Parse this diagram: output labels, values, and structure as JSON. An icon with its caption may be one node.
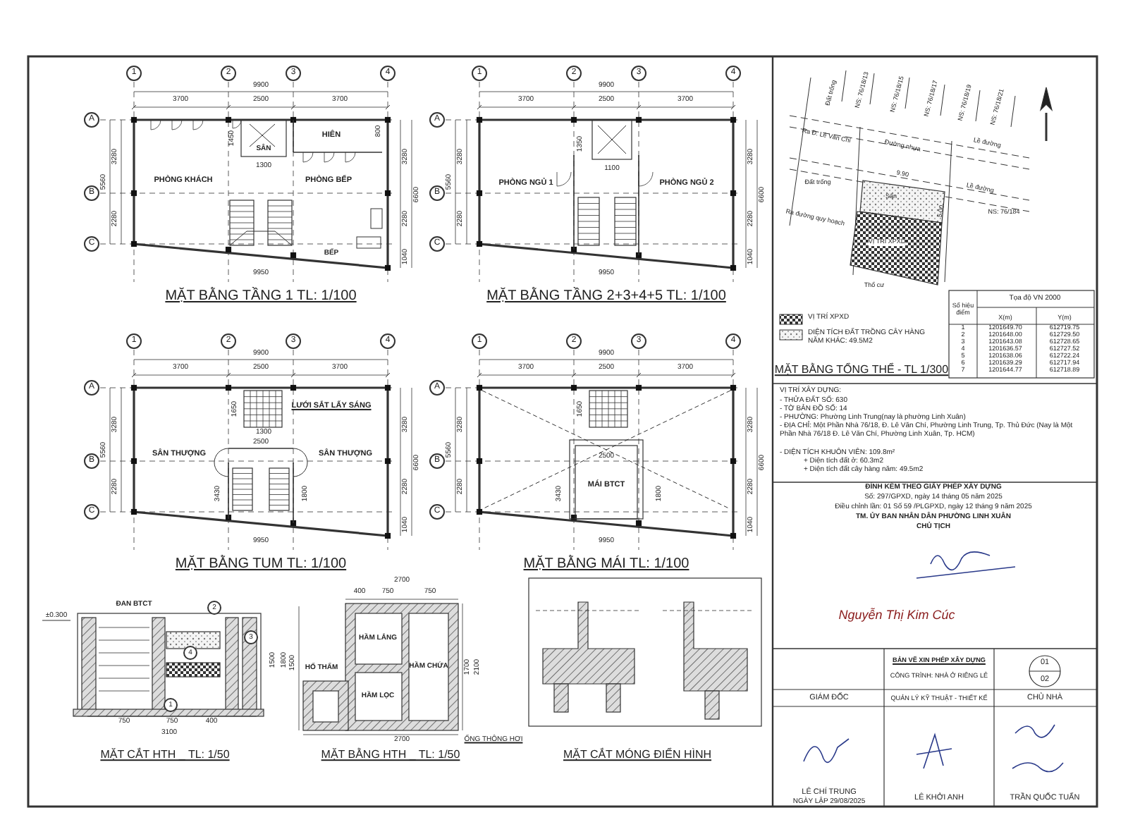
{
  "diagram": {
    "labels": [
      "1",
      "2",
      "3",
      "4",
      "9900",
      "3700",
      "2500",
      "3700",
      "A",
      "B",
      "C",
      "3280",
      "2280",
      "5560",
      "3280",
      "2280",
      "6600",
      "1040",
      "9950",
      "HIÊN",
      "SÂN",
      "1450",
      "1300",
      "800",
      "PHÒNG KHÁCH",
      "PHÒNG BẾP",
      "BẾP",
      "MẶT BẰNG TẦNG 1 TL: 1/100",
      "1",
      "2",
      "3",
      "4",
      "9900",
      "3700",
      "2500",
      "3700",
      "A",
      "B",
      "C",
      "3280",
      "2280",
      "5560",
      "3280",
      "2280",
      "6600",
      "1040",
      "9950",
      "1350",
      "1100",
      "PHÒNG NGỦ 1",
      "PHÒNG NGỦ 2",
      "MẶT BẰNG TẦNG 2+3+4+5 TL: 1/100",
      "1",
      "2",
      "3",
      "4",
      "9900",
      "3700",
      "2500",
      "3700",
      "A",
      "B",
      "C",
      "3280",
      "2280",
      "5560",
      "3280",
      "2280",
      "6600",
      "1040",
      "9950",
      "LƯỚI SẮT LẤY SÁNG",
      "1650",
      "1300",
      "2500",
      "SÂN THƯỢNG",
      "SÂN THƯỢNG",
      "3430",
      "1800",
      "MẶT BẰNG TUM TL: 1/100",
      "1",
      "2",
      "3",
      "4",
      "9900",
      "3700",
      "2500",
      "3700",
      "A",
      "B",
      "C",
      "3280",
      "2280",
      "5560",
      "3280",
      "2280",
      "6600",
      "1040",
      "9950",
      "1650",
      "2500",
      "MÁI BTCT",
      "3430",
      "1800",
      "MẶT BẰNG MÁI TL: 1/100",
      "±0.300",
      "ĐAN BTCT",
      "2",
      "3",
      "4",
      "1",
      "1500",
      "1800",
      "750",
      "750",
      "400",
      "3100",
      "MẶT CẮT HTH _ TL: 1/50",
      "2700",
      "400",
      "750",
      "750",
      "HẦM LẮNG",
      "HỐ THẤM",
      "HẦM CHỨA",
      "HẦM LỌC",
      "1500",
      "1700",
      "2100",
      "2700",
      "ỐNG THÔNG HƠI",
      "MẶT BẰNG HTH _ TL: 1/50",
      "MẶT CẮT MÓNG ĐIỂN HÌNH",
      "Đất trống",
      "NS: 76/18/13",
      "NS: 76/18/15",
      "NS: 76/18/17",
      "NS: 76/18/19",
      "NS: 76/18/21",
      "Ra Đ. Lê Văn Chí",
      "Đường nhựa",
      "Lề đường",
      "Đất trống",
      "Sân",
      "9.90",
      "Lề đường",
      "5.00",
      "NS: 76/184",
      "Ra đường quy hoạch",
      "VỊ TRÍ XPXD",
      "Thổ cư",
      "MẶT BẰNG TỔNG THỂ - TL 1/300",
      "Số hiệu điểm",
      "Tọa độ VN 2000",
      "X(m)",
      "Y(m)",
      "1",
      "1201649.70",
      "612719.75",
      "2",
      "1201648.00",
      "612729.50",
      "3",
      "1201643.08",
      "612728.65",
      "4",
      "1201636.57",
      "612727.52",
      "5",
      "1201638.06",
      "612722.24",
      "6",
      "1201639.29",
      "612717.94",
      "7",
      "1201644.77",
      "612718.89",
      "VỊ TRÍ XÂY DỰNG:",
      "- THỬA ĐẤT SỐ: 630",
      "- TỜ BẢN ĐỒ SỐ: 14",
      "- PHƯỜNG: Phường Linh Trung(nay là phường Linh Xuân)",
      "- ĐỊA CHỈ: Một Phần Nhà 76/18, Đ. Lê Văn Chí, Phường Linh Trung, Tp. Thủ Đức (Nay là Một Phần Nhà 76/18 Đ. Lê Văn Chí, Phường Linh Xuân, Tp. HCM)",
      "- DIỆN TÍCH KHUÔN VIÊN: 109.8m²",
      "+ Diện tích đất ở: 60.3m2",
      "+ Diện tích đất cây hàng năm: 49.5m2",
      "ĐÍNH KÈM THEO GIẤY PHÉP XÂY DỰNG",
      "Số: 297/GPXD, ngày 14 tháng 05 năm 2025",
      "Điều chỉnh lần: 01 Số 59 /PLGPXD, ngày 12 tháng 9 năm 2025",
      "TM. ỦY BAN NHÂN DÂN PHƯỜNG LINH XUÂN",
      "CHỦ TỊCH",
      "Nguyễn Thị Kim Cúc",
      "BẢN VẼ XIN PHÉP XÂY DỰNG",
      "CÔNG TRÌNH: NHÀ Ở RIÊNG LẺ",
      "01",
      "02",
      "GIÁM ĐỐC",
      "QUẢN LÝ KỸ THUẬT - THIẾT KẾ",
      "CHỦ NHÀ",
      "LÊ CHÍ TRUNG",
      "NGÀY LẬP 29/08/2025",
      "LÊ KHỞI ANH",
      "TRẦN QUỐC TUẤN"
    ],
    "legend": [
      {
        "text": "VỊ TRÍ XPXD"
      },
      {
        "text": "DIỆN TÍCH ĐẤT TRỒNG CÂY HÀNG NĂM KHÁC: 49.5M2"
      }
    ]
  }
}
